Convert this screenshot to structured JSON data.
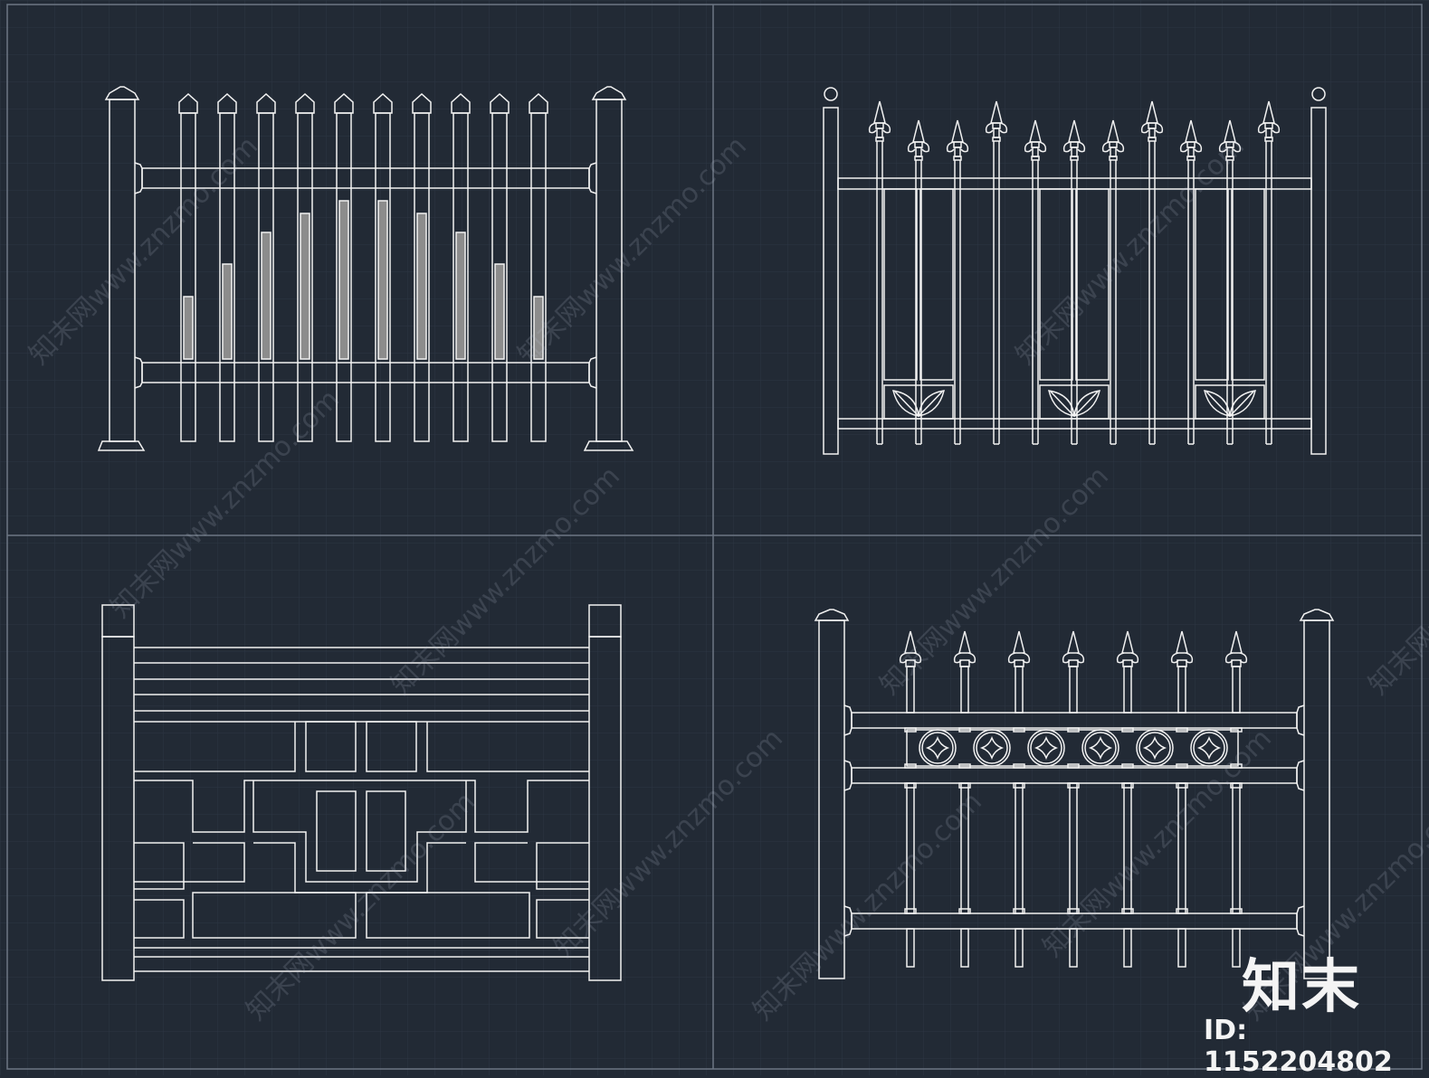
{
  "watermark": {
    "text": "知末网www.znzmo.com"
  },
  "brand": {
    "logo_text": "知末",
    "id_text": "ID: 1152204802"
  },
  "colors": {
    "background": "#222a35",
    "grid": "#2c3543",
    "panel_border": "#6c7684",
    "line": "#f2f2f2",
    "slot_fill": "#8c8c8c"
  }
}
